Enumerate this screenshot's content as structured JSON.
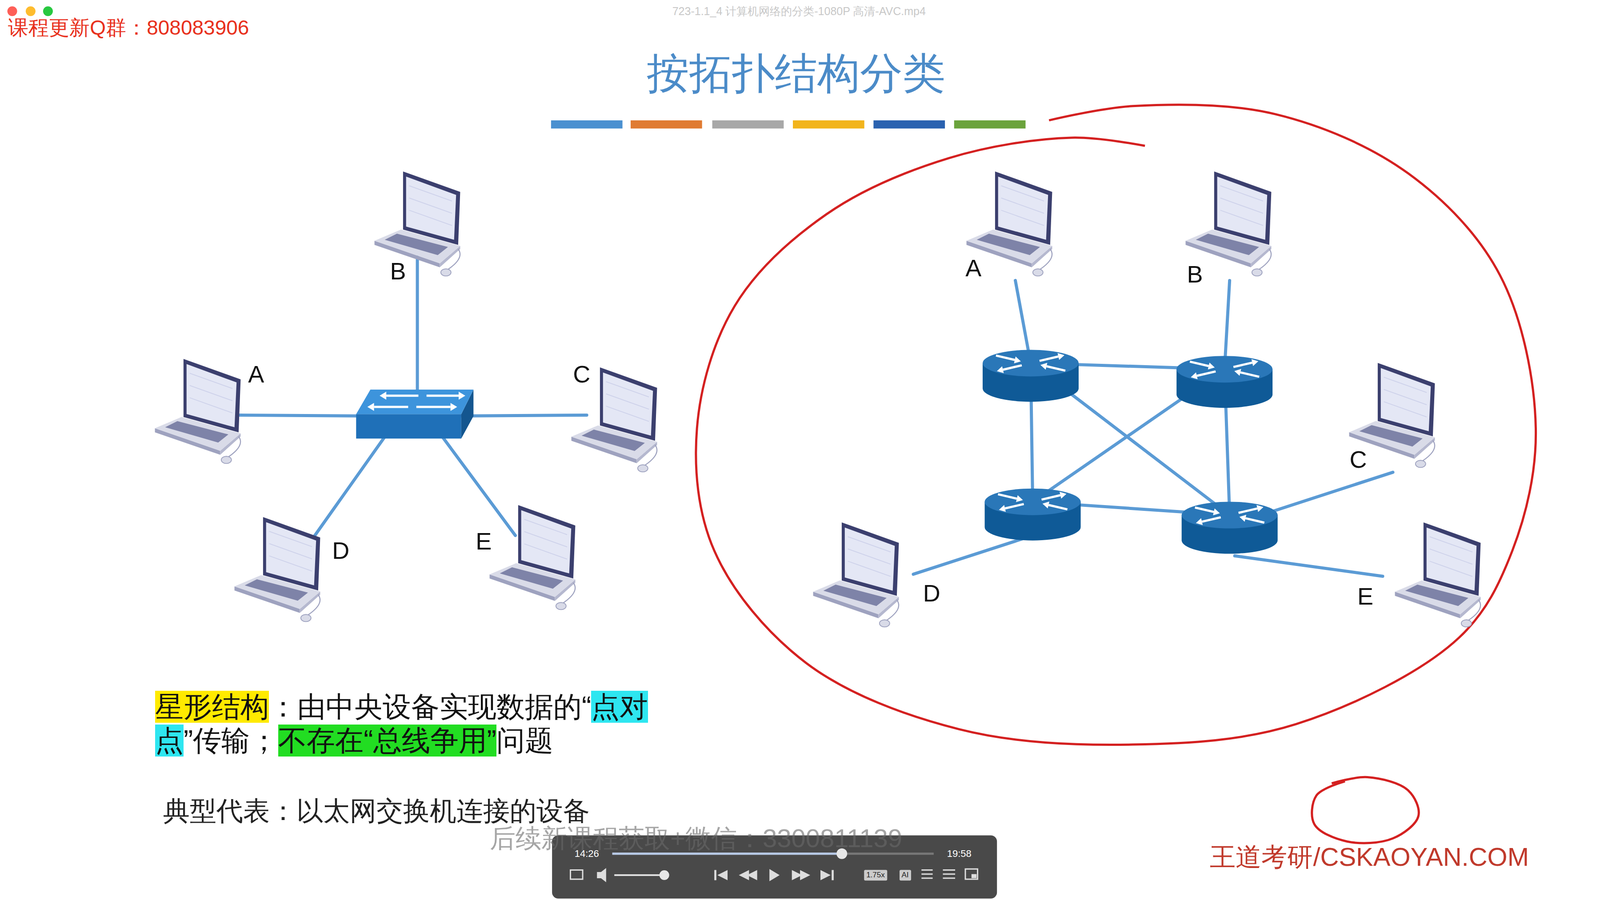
{
  "diagram": {
    "title": "按拓扑结构分类",
    "nodes": [
      {
        "text": [
          "B"
        ]
      },
      {
        "text": [
          "A"
        ]
      },
      {
        "text": [
          "C"
        ]
      },
      {
        "text": [
          "D"
        ]
      },
      {
        "text": [
          "E"
        ]
      },
      {
        "text": [
          "A"
        ]
      },
      {
        "text": [
          "B"
        ]
      },
      {
        "text": [
          "C"
        ]
      },
      {
        "text": [
          "D"
        ]
      },
      {
        "text": [
          "E"
        ]
      }
    ],
    "labels": [
      "723-1.1_4 计算机网络的分类-1080P 高清-AVC.mp4",
      "课程更新Q群：808083906",
      "星形结构",
      "：由中央设备实现数据的“",
      "点对点",
      "”传输；",
      "不存在“总线争用”",
      "问题",
      "典型代表：以太网交换机连接的设备",
      "后续新课程获取+微信：3300811139",
      "14:26",
      "19:58",
      "1.75x",
      "AI",
      "王道考研/CSKAOYAN.COM"
    ]
  }
}
